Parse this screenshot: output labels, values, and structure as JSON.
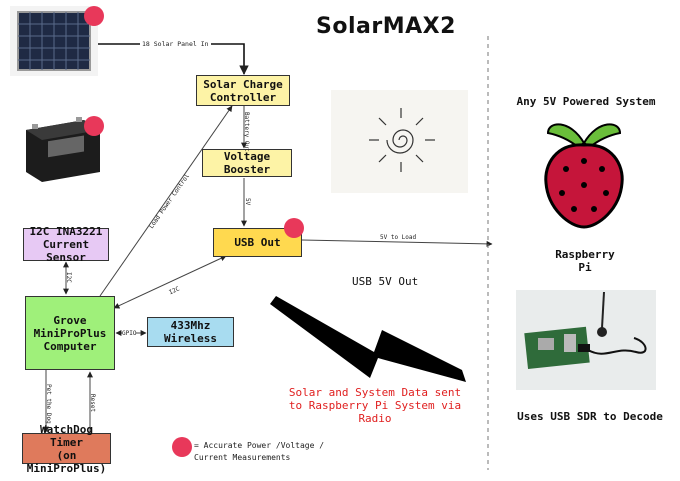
{
  "title": "SolarMAX2",
  "colors": {
    "yellow": "#fdf3a6",
    "yellow_dark": "#ffd94f",
    "violet": "#e7c9f4",
    "green": "#9ff07a",
    "blue": "#a8dcf0",
    "orange": "#df7a5c",
    "marker": "#e8385a",
    "red_text": "#e02020"
  },
  "boxes": {
    "charge_controller": "Solar Charge\nController",
    "voltage_booster": "Voltage Booster",
    "usb_out": "USB Out",
    "ina3221": "I2C INA3221\nCurrent Sensor",
    "grove": "Grove\nMiniProPlus\nComputer",
    "wireless": "433Mhz Wireless",
    "watchdog": "WatchDog Timer\n(on MiniProPlus)"
  },
  "wire_labels": {
    "panel_in": "18 Solar Panel In",
    "battery_out": "Battery Out",
    "five_v": "5V",
    "five_v_to_load": "5V to Load",
    "load_power_control": "Load Power Control",
    "i2c_usb": "I2C",
    "i2c_sensor": "I2C",
    "gpio": "GPIO",
    "pet_the_dog": "Pet the Dog",
    "reset": "Reset"
  },
  "right_panel": {
    "heading": "Any 5V Powered System",
    "pi_label": "Raspberry\nPi",
    "sdr_caption": "Uses USB SDR to Decode"
  },
  "usb_5v_out": "USB 5V Out",
  "radio_caption": "Solar and System Data sent\nto Raspberry Pi System via\nRadio",
  "legend": "= Accurate Power /Voltage /\nCurrent Measurements",
  "icons": [
    "solar-panel-icon",
    "battery-icon",
    "sun-icon",
    "raspberry-pi-logo-icon",
    "lightning-bolt-icon",
    "sdr-board-icon"
  ]
}
